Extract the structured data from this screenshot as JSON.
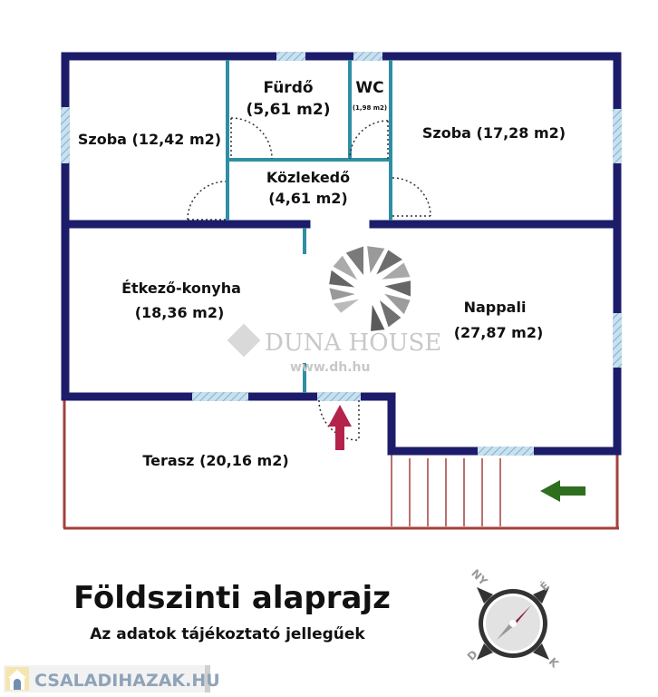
{
  "rooms": {
    "szoba1": "Szoba (12,42 m2)",
    "furdo_name": "Fürdő",
    "furdo_area": "(5,61 m2)",
    "wc_name": "WC",
    "wc_area": "(1,98 m2)",
    "szoba2": "Szoba (17,28 m2)",
    "kozleked_name": "Közlekedő",
    "kozleked_area": "(4,61 m2)",
    "etkezo_name": "Étkező-konyha",
    "etkezo_area": "(18,36 m2)",
    "nappali_name": "Nappali",
    "nappali_area": "(27,87 m2)",
    "terasz": "Terasz (20,16 m2)"
  },
  "watermark": {
    "brand": "DUNA HOUSE",
    "url": "www.dh.hu"
  },
  "title": "Földszinti alaprajz",
  "subtitle": "Az adatok tájékoztató jellegűek",
  "compass": {
    "ny": "NY",
    "e": "É",
    "d": "D",
    "k": "K"
  },
  "footer_logo": "CSALADIHAZAK.HU",
  "colors": {
    "wall": "#1c1c6b",
    "partition": "#2f8ea3",
    "terrace": "#a3403d",
    "window": "#9ec3da"
  }
}
